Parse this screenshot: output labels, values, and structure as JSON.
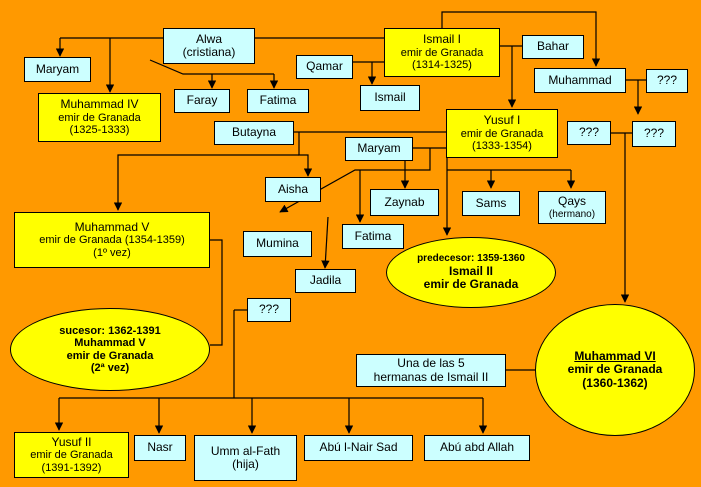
{
  "colors": {
    "background": "#ff9900",
    "person_box": "#ccffff",
    "ruler_box": "#ffff00",
    "line": "#000000"
  },
  "nodes": {
    "maryam_top": {
      "name": "Maryam"
    },
    "alwa": {
      "name": "Alwa",
      "note": "(cristiana)"
    },
    "ismail1": {
      "name": "Ismail I",
      "title": "emir de Granada",
      "reign": "(1314-1325)"
    },
    "bahar": {
      "name": "Bahar"
    },
    "muhammad4": {
      "name": "Muhammad IV",
      "title": "emir de Granada",
      "reign": "(1325-1333)"
    },
    "faray": {
      "name": "Faray"
    },
    "fatima_a": {
      "name": "Fatima"
    },
    "qamar": {
      "name": "Qamar"
    },
    "ismail": {
      "name": "Ismail"
    },
    "muhammad": {
      "name": "Muhammad"
    },
    "unknown_1": {
      "name": "???"
    },
    "yusuf1": {
      "name": "Yusuf I",
      "title": "emir de Granada",
      "reign": "(1333-1354)"
    },
    "butayna": {
      "name": "Butayna"
    },
    "maryam_mid": {
      "name": "Maryam"
    },
    "unknown_2": {
      "name": "???"
    },
    "unknown_3": {
      "name": "???"
    },
    "aisha": {
      "name": "Aisha"
    },
    "muhammad5": {
      "name": "Muhammad V",
      "title": "emir de Granada (1354-1359)",
      "note": "(1º vez)"
    },
    "zaynab": {
      "name": "Zaynab"
    },
    "sams": {
      "name": "Sams"
    },
    "qays": {
      "name": "Qays",
      "note": "(hermano)"
    },
    "fatima_b": {
      "name": "Fatima"
    },
    "mumina": {
      "name": "Mumina"
    },
    "jadila": {
      "name": "Jadila"
    },
    "ismail2": {
      "label": "predecesor: 1359-1360",
      "name": "Ismail II",
      "title": "emir de Granada"
    },
    "unknown_4": {
      "name": "???"
    },
    "muhammad5_second": {
      "label": "sucesor: 1362-1391",
      "name": "Muhammad V",
      "title": "emir de Granada",
      "note": "(2ª vez)"
    },
    "sister_ismail2": {
      "line1": "Una de las 5",
      "line2": "hermanas de Ismail II"
    },
    "muhammad6": {
      "name": "Muhammad VI",
      "title": "emir de Granada",
      "reign": "(1360-1362)"
    },
    "yusuf2": {
      "name": "Yusuf II",
      "title": "emir de Granada",
      "reign": "(1391-1392)"
    },
    "nasr": {
      "name": "Nasr"
    },
    "umm_al_fath": {
      "name": "Umm al-Fath",
      "note": "(hija)"
    },
    "abu_nair_sad": {
      "name": "Abú l-Nair Sad"
    },
    "abu_abd_allah": {
      "name": "Abú abd Allah"
    }
  }
}
